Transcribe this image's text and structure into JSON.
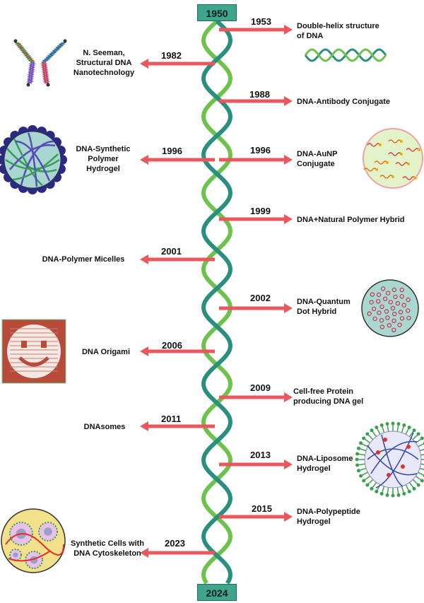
{
  "timeline": {
    "start_year": "1950",
    "end_year": "2024",
    "colors": {
      "strand_dark": "#2b8f80",
      "strand_light": "#6cc24a",
      "arrow": "#e8585c",
      "year_box": "#3fa58c"
    },
    "events": [
      {
        "year": "1953",
        "side": "right",
        "label": "Double-helix structure of DNA",
        "icon": "dna-helix-icon"
      },
      {
        "year": "1982",
        "side": "left",
        "label": "N. Seeman, Structural DNA Nanotechnology",
        "icon": "dna-junction-icon"
      },
      {
        "year": "1988",
        "side": "right",
        "label": "DNA-Antibody Conjugate"
      },
      {
        "year": "1996",
        "side": "left",
        "label": "DNA-Synthetic Polymer Hydrogel",
        "icon": "hydrogel-sphere-icon"
      },
      {
        "year": "1996",
        "side": "right",
        "label": "DNA-AuNP Conjugate",
        "icon": "aunp-particle-icon"
      },
      {
        "year": "1999",
        "side": "right",
        "label": "DNA+Natural Polymer Hybrid"
      },
      {
        "year": "2001",
        "side": "left",
        "label": "DNA-Polymer Micelles"
      },
      {
        "year": "2002",
        "side": "right",
        "label": "DNA-Quantum Dot Hybrid",
        "icon": "quantum-dot-sphere-icon"
      },
      {
        "year": "2006",
        "side": "left",
        "label": "DNA Origami",
        "icon": "smiley-origami-icon"
      },
      {
        "year": "2009",
        "side": "right",
        "label": "Cell-free Protein producing DNA gel"
      },
      {
        "year": "2011",
        "side": "left",
        "label": "DNAsomes"
      },
      {
        "year": "2013",
        "side": "right",
        "label": "DNA-Liposome Hydrogel",
        "icon": "liposome-icon"
      },
      {
        "year": "2015",
        "side": "right",
        "label": "DNA-Polypeptide Hydrogel"
      },
      {
        "year": "2023",
        "side": "left",
        "label": "Synthetic Cells with DNA Cytoskeleton",
        "icon": "synthetic-cell-icon"
      }
    ]
  }
}
